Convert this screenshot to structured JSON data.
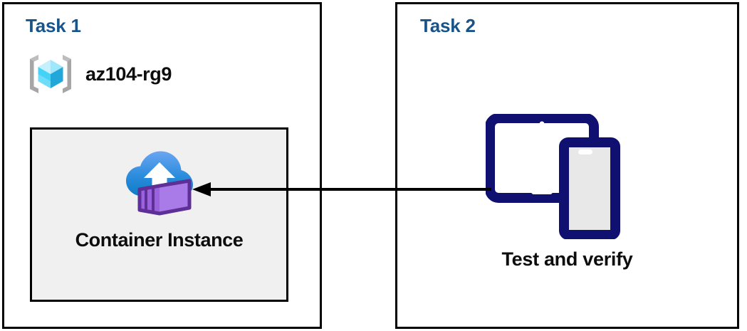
{
  "diagram": {
    "title": "Azure Container Instance task diagram",
    "background": "#ffffff",
    "colors": {
      "panel_border": "#000000",
      "task_heading": "#18548A",
      "body_text": "#0d0d0d",
      "inner_box_fill": "#f0f0f0",
      "arrow": "#000000",
      "device_navy": "#101071",
      "device_screen": "#e8e8e8",
      "resource_group_bracket": "#a0a0a0",
      "resource_group_cube_light": "#9fe7fb",
      "resource_group_cube_mid": "#32c5f4",
      "resource_group_cube_dark": "#1fa2d4",
      "cloud_top": "#5b9bef",
      "cloud_bottom": "#0f7ec8",
      "container_face": "#a97be8",
      "container_side": "#9a63dd",
      "container_edge": "#6b3fa0"
    }
  },
  "panels": [
    {
      "id": "task1",
      "title": "Task 1",
      "resource_group": {
        "icon": "azure-resource-group-icon",
        "label": "az104-rg9"
      },
      "inner_box": {
        "icon": "azure-container-instance-icon",
        "label": "Container Instance"
      }
    },
    {
      "id": "task2",
      "title": "Task 2",
      "item": {
        "icon": "devices-tablet-phone-icon",
        "label": "Test and verify"
      }
    }
  ],
  "connector": {
    "name": "arrow-task2-to-container-instance",
    "direction": "right-to-left",
    "from": "Test and verify",
    "to": "Container Instance"
  }
}
